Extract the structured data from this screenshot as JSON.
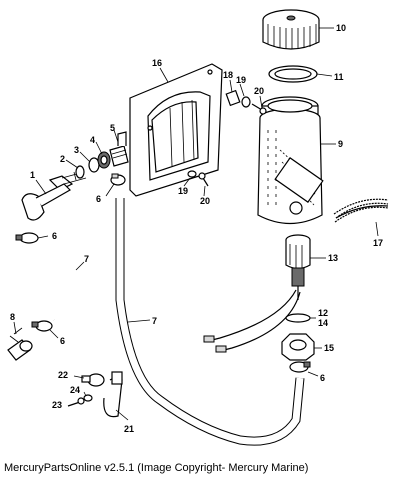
{
  "caption": "MercuryPartsOnline v2.5.1 (Image Copyright- Mercury Marine)",
  "callouts": [
    "1",
    "2",
    "3",
    "4",
    "5",
    "6",
    "6",
    "6",
    "6",
    "7",
    "7",
    "8",
    "9",
    "10",
    "11",
    "12",
    "13",
    "14",
    "15",
    "16",
    "17",
    "18",
    "19",
    "19",
    "20",
    "20",
    "21",
    "22",
    "23",
    "24"
  ]
}
